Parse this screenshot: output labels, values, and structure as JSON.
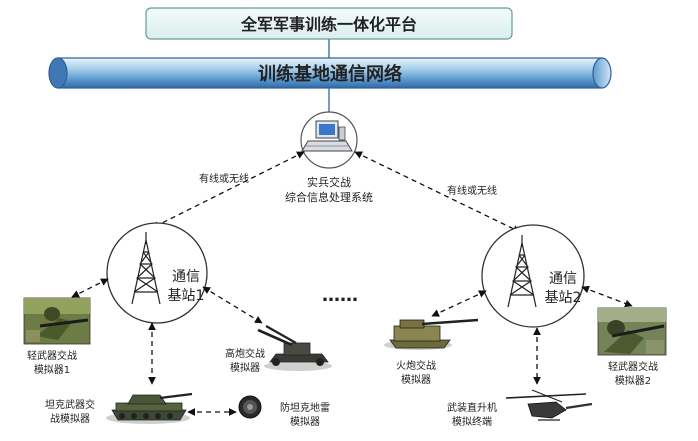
{
  "platform": {
    "title": "全军军事训练一体化平台"
  },
  "network": {
    "title": "训练基地通信网络"
  },
  "center": {
    "line1": "实兵交战",
    "line2": "综合信息处理系统",
    "icon": "computer-terminal-icon"
  },
  "links": {
    "left": "有线或无线",
    "right": "有线或无线"
  },
  "stations": [
    {
      "line1": "通信",
      "line2": "基站1"
    },
    {
      "line1": "通信",
      "line2": "基站2"
    }
  ],
  "ellipsis": "……",
  "devices": {
    "small_arms_1": {
      "line1": "轻武器交战",
      "line2": "模拟器1",
      "icon": "soldier-photo"
    },
    "tank": {
      "line1": "坦克武器交",
      "line2": "战模拟器",
      "icon": "tank-icon"
    },
    "aa_gun": {
      "line1": "高炮交战",
      "line2": "模拟器",
      "icon": "anti-aircraft-gun-icon"
    },
    "mine": {
      "line1": "防坦克地雷",
      "line2": "模拟器",
      "icon": "land-mine-icon"
    },
    "artillery": {
      "line1": "火炮交战",
      "line2": "模拟器",
      "icon": "howitzer-icon"
    },
    "helicopter": {
      "line1": "武装直升机",
      "line2": "模拟终端",
      "icon": "helicopter-icon"
    },
    "small_arms_2": {
      "line1": "轻武器交战",
      "line2": "模拟器2",
      "icon": "soldier-photo"
    }
  }
}
